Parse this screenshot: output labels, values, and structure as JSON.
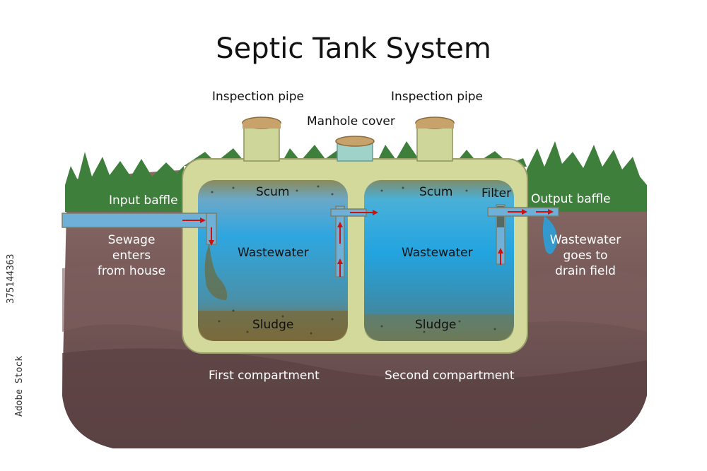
{
  "title": "Septic Tank System",
  "labels": {
    "inspection_pipe_left": "Inspection pipe",
    "inspection_pipe_right": "Inspection pipe",
    "manhole_cover": "Manhole cover",
    "input_baffle": "Input baffle",
    "output_baffle": "Output baffle",
    "filter": "Filter",
    "scum_first": "Scum",
    "scum_second": "Scum",
    "wastewater_first": "Wastewater",
    "wastewater_second": "Wastewater",
    "sludge_first": "Sludge",
    "sludge_second": "Sludge",
    "sewage_line1": "Sewage",
    "sewage_line2": "enters",
    "sewage_line3": "from house",
    "drain_line1": "Wastewater",
    "drain_line2": "goes to",
    "drain_line3": "drain field",
    "first_compartment": "First compartment",
    "second_compartment": "Second compartment"
  },
  "stock_id": "375144363",
  "stock_brand": "Adobe Stock",
  "colors": {
    "soil_dark": "#5a3f3f",
    "soil_mid": "#7a5858",
    "grass": "#3f7f3c",
    "tank_shell": "#d3d99a",
    "water_top": "#2aa0d8",
    "sludge": "#7a6a3a",
    "arrow": "#cc1111",
    "pipe": "#6fb0d8"
  }
}
